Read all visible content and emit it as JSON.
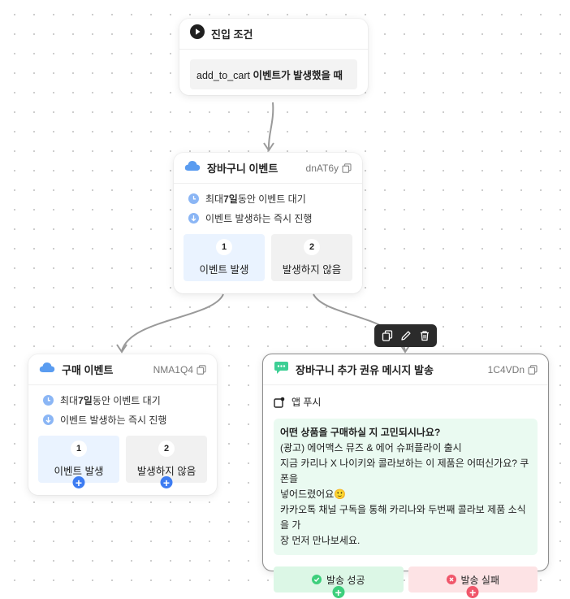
{
  "entry_node": {
    "title": "진입 조건",
    "condition_event": "add_to_cart",
    "condition_suffix": " 이벤트가 발생했을 때"
  },
  "cart_event_node": {
    "title": "장바구니 이벤트",
    "id": "dnAT6y",
    "wait_prefix": "최대 ",
    "wait_days": "7일",
    "wait_suffix": " 동안 이벤트 대기",
    "proceed_text": "이벤트 발생하는 즉시 진행",
    "options": [
      {
        "num": "1",
        "label": "이벤트 발생"
      },
      {
        "num": "2",
        "label": "발생하지 않음"
      }
    ]
  },
  "purchase_event_node": {
    "title": "구매 이벤트",
    "id": "NMA1Q4",
    "wait_prefix": "최대 ",
    "wait_days": "7일",
    "wait_suffix": " 동안 이벤트 대기",
    "proceed_text": "이벤트 발생하는 즉시 진행",
    "options": [
      {
        "num": "1",
        "label": "이벤트 발생"
      },
      {
        "num": "2",
        "label": "발생하지 않음"
      }
    ]
  },
  "message_node": {
    "title": "장바구니 추가 권유 메시지 발송",
    "id": "1C4VDn",
    "channel": "앱 푸시",
    "message_lines": [
      "어떤 상품을 구매하실 지 고민되시나요?",
      "(광고) 에어맥스 뮤즈 & 에어 슈퍼플라이 출시",
      "지금 카리나 X 나이키와 콜라보하는 이 제품은 어떠신가요? 쿠폰을",
      "넣어드렸어요🙂",
      "카카오톡 채널 구독을 통해 카리나와 두번째 콜라보 제품 소식을 가",
      "장 먼저 만나보세요."
    ],
    "success_label": "발송 성공",
    "fail_label": "발송 실패"
  },
  "toolbar": {
    "icons": [
      "copy-icon",
      "edit-icon",
      "trash-icon"
    ]
  },
  "colors": {
    "option_blue_bg": "#eaf3ff",
    "option_gray_bg": "#f1f1f1",
    "add_blue": "#3d7cf2",
    "success_green": "#3dcf7c",
    "fail_red": "#f0566a",
    "message_bg": "#eafaf1",
    "cloud_blue": "#5a9cf0"
  }
}
